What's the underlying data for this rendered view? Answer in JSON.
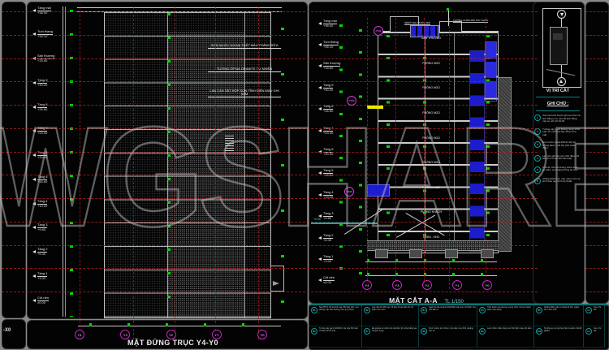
{
  "watermark": {
    "text": "WGSHARE.c"
  },
  "left_sliver": {
    "partial_title": "-X0"
  },
  "elevation": {
    "title": "MẶT ĐỨNG TRỤC Y4-Y0",
    "levels": [
      {
        "name": "Tầng mái",
        "elev": "+38.40"
      },
      {
        "name": "Tum thang",
        "elev": "+35.10"
      },
      {
        "name": "Sân thượng",
        "elev": "+33.60"
      },
      {
        "name": "Tầng 9",
        "elev": "+30.20"
      },
      {
        "name": "Tầng 8",
        "elev": "+26.80"
      },
      {
        "name": "Tầng 7",
        "elev": "+23.40"
      },
      {
        "name": "Tầng 6",
        "elev": "+20.00"
      },
      {
        "name": "Tầng 5",
        "elev": "+16.60"
      },
      {
        "name": "Tầng 4",
        "elev": "+13.20"
      },
      {
        "name": "Tầng 3",
        "elev": "+9.80"
      },
      {
        "name": "Tầng 2",
        "elev": "+6.40"
      },
      {
        "name": "Tầng 1",
        "elev": "+3.00"
      },
      {
        "name": "Cốt nền",
        "elev": "±0.00"
      }
    ],
    "annotations": [
      "SƠN NƯỚC NGOẠI THẤT MÀU TRẮNG SỮA",
      "TƯỜNG ỐP ĐÁ GRANITE TỰ NHIÊN",
      "LAN CAN SẮT HỘP SƠN TĨNH ĐIỆN MÀU GHI SẪM"
    ],
    "axes": [
      "Y4",
      "Y3",
      "Y2",
      "Y1",
      "Y0"
    ]
  },
  "section": {
    "title": "MẶT CẮT A-A",
    "scale": "TL 1/150",
    "levels": [
      {
        "name": "Tầng mái",
        "elev": "+38.40"
      },
      {
        "name": "Tum thang",
        "elev": "+35.10"
      },
      {
        "name": "Sân thượng",
        "elev": "+33.60"
      },
      {
        "name": "Tầng 9",
        "elev": "+30.20"
      },
      {
        "name": "Tầng 8",
        "elev": "+26.80"
      },
      {
        "name": "Tầng 7",
        "elev": "+23.40"
      },
      {
        "name": "Tầng 6",
        "elev": "+20.00"
      },
      {
        "name": "Tầng 5",
        "elev": "+16.60"
      },
      {
        "name": "Tầng 4",
        "elev": "+13.20"
      },
      {
        "name": "Tầng 3",
        "elev": "+9.80"
      },
      {
        "name": "Tầng 2",
        "elev": "+6.40"
      },
      {
        "name": "Tầng 1",
        "elev": "+3.00"
      },
      {
        "name": "Cốt nền",
        "elev": "±0.00"
      }
    ],
    "rooms": [
      "SÂN THƯỢNG",
      "PHÒNG NGỦ",
      "PHÒNG NGỦ",
      "PHÒNG NGỦ",
      "PHÒNG NGỦ",
      "PHÒNG NGỦ",
      "PHÒNG NGỦ",
      "PHÒNG KHÁCH",
      "GARA - KHO"
    ],
    "callouts": [
      "CT-01",
      "CT-02",
      "CT-03"
    ],
    "roof_labels": [
      "SÊNÔ THU NƯỚC MÁI",
      "TƯỜNG CHẮN MÁI XÂY GẠCH"
    ],
    "ground_label": "+0.00",
    "axes": [
      "Y4",
      "Y3",
      "Y2",
      "Y1",
      "Y0"
    ]
  },
  "keyplan": {
    "title": "VỊ TRÍ CẮT"
  },
  "ghichu": {
    "heading": "GHI CHÚ :",
    "items": [
      {
        "num": "1",
        "text": "Toàn bộ kích thước ghi trên bản vẽ tính bằng mm, cao độ tính bằng mét so với cốt ±0.00."
      },
      {
        "num": "2",
        "text": "Tường xây gạch không nung VXM mác 75, trát vữa dày 15mm hai mặt."
      },
      {
        "num": "3",
        "text": "Sơn nước ngoại thất 01 lớp lót chống kiềm + 02 lớp phủ hoàn thiện."
      },
      {
        "num": "4",
        "text": "Lan can sắt hộp sơn tĩnh điện, chi tiết xem hồ sơ kết cấu thép."
      },
      {
        "num": "5",
        "text": "Cửa đi, cửa sổ khung nhôm kính an toàn, xem bảng thống kê cửa."
      },
      {
        "num": "6",
        "text": "Chống thấm sàn mái, sênô, khu vệ sinh theo quy trình kỹ thuật."
      }
    ]
  },
  "notes_band": {
    "cells": [
      {
        "code": "B1",
        "text": "Sàn BTCT đổ tại chỗ mác 250 dày 120, xoa phẳng mặt, bảo dưỡng theo quy phạm."
      },
      {
        "code": "B2",
        "text": "Lớp vữa lót XM mác 75 dày 20 tạo dốc 1% về phễu thu nước."
      },
      {
        "code": "B3",
        "text": "Gạch ốp lát ceramic 600x600 màu theo chỉ định của chủ đầu tư."
      },
      {
        "code": "B4",
        "text": "Trần thạch cao khung xương chìm, bả sơn hoàn thiện màu trắng."
      },
      {
        "code": "B5",
        "text": "Chống thấm gốc xi măng 02 lớp, ngâm thử nước 24h."
      },
      {
        "code": "C1",
        "text": "Xem chi tiết."
      },
      {
        "code": "B6",
        "text": "Tường xây gạch 100/200, trát vữa XM mác 75 dày 15 hai mặt."
      },
      {
        "code": "B7",
        "text": "Đá granite tự nhiên ốp mặt tiền, thi công bằng keo chuyên dụng."
      },
      {
        "code": "B8",
        "text": "Kính cường lực 10mm, phụ kiện inox 304, gioăng cao su."
      },
      {
        "code": "B9",
        "text": "Lam nhôm chắn nắng sơn tĩnh điện màu ghi sẫm."
      },
      {
        "code": "B10",
        "text": "Hệ khung xương thép hộp mạ kẽm 40x40 @600."
      },
      {
        "code": "C2",
        "text": "Xem chi tiết."
      }
    ]
  }
}
